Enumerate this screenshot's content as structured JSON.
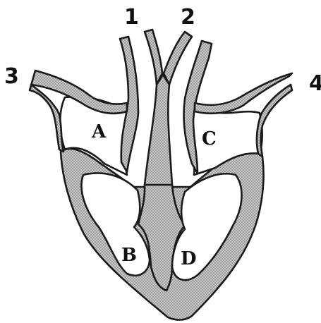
{
  "diagram": {
    "vessel_labels": [
      "1",
      "2",
      "3",
      "4"
    ],
    "chamber_labels": [
      "A",
      "B",
      "C",
      "D"
    ]
  }
}
